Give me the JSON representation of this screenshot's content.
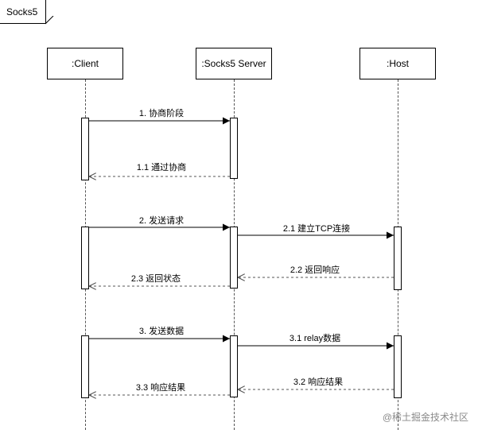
{
  "frame": {
    "title": "Socks5"
  },
  "participants": [
    {
      "id": "client",
      "label": ":Client"
    },
    {
      "id": "server",
      "label": ":Socks5 Server"
    },
    {
      "id": "host",
      "label": ":Host"
    }
  ],
  "messages": [
    {
      "id": "m1",
      "label": "1. 协商阶段",
      "from": "client",
      "to": "server",
      "kind": "sync"
    },
    {
      "id": "m2",
      "label": "1.1 通过协商",
      "from": "server",
      "to": "client",
      "kind": "return"
    },
    {
      "id": "m3",
      "label": "2. 发送请求",
      "from": "client",
      "to": "server",
      "kind": "sync"
    },
    {
      "id": "m4",
      "label": "2.1 建立TCP连接",
      "from": "server",
      "to": "host",
      "kind": "sync"
    },
    {
      "id": "m5",
      "label": "2.2 返回响应",
      "from": "host",
      "to": "server",
      "kind": "return"
    },
    {
      "id": "m6",
      "label": "2.3 返回状态",
      "from": "server",
      "to": "client",
      "kind": "return"
    },
    {
      "id": "m7",
      "label": "3. 发送数据",
      "from": "client",
      "to": "server",
      "kind": "sync"
    },
    {
      "id": "m8",
      "label": "3.1 relay数据",
      "from": "server",
      "to": "host",
      "kind": "sync"
    },
    {
      "id": "m9",
      "label": "3.2 响应结果",
      "from": "host",
      "to": "server",
      "kind": "return"
    },
    {
      "id": "m10",
      "label": "3.3 响应结果",
      "from": "server",
      "to": "client",
      "kind": "return"
    }
  ],
  "watermark": "@稀土掘金技术社区",
  "colors": {
    "line": "#000000",
    "dashed": "#555555",
    "watermark": "#8a8a8a"
  }
}
